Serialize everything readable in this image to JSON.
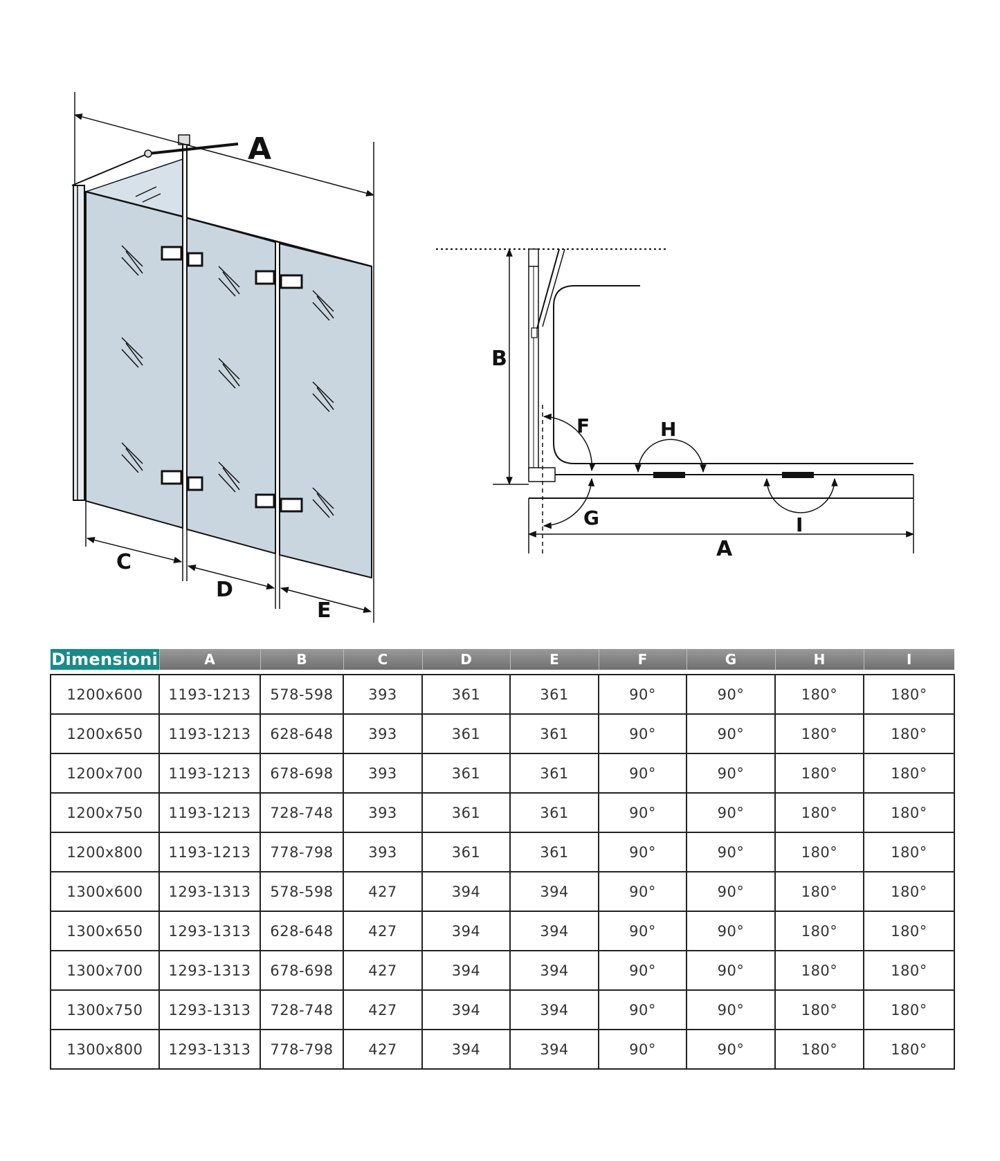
{
  "diagram": {
    "front_labels": {
      "a": "A",
      "c": "C",
      "d": "D",
      "e": "E"
    },
    "top_labels": {
      "b": "B",
      "f": "F",
      "g": "G",
      "h": "H",
      "i": "I",
      "a": "A"
    }
  },
  "colors": {
    "glass": "#c9d6e0",
    "header_teal": "#1a8a8a",
    "header_gray": "#808080",
    "line": "#111111"
  },
  "table": {
    "headers": [
      "Dimensioni",
      "A",
      "B",
      "C",
      "D",
      "E",
      "F",
      "G",
      "H",
      "I"
    ],
    "rows": [
      [
        "1200x600",
        "1193-1213",
        "578-598",
        "393",
        "361",
        "361",
        "90°",
        "90°",
        "180°",
        "180°"
      ],
      [
        "1200x650",
        "1193-1213",
        "628-648",
        "393",
        "361",
        "361",
        "90°",
        "90°",
        "180°",
        "180°"
      ],
      [
        "1200x700",
        "1193-1213",
        "678-698",
        "393",
        "361",
        "361",
        "90°",
        "90°",
        "180°",
        "180°"
      ],
      [
        "1200x750",
        "1193-1213",
        "728-748",
        "393",
        "361",
        "361",
        "90°",
        "90°",
        "180°",
        "180°"
      ],
      [
        "1200x800",
        "1193-1213",
        "778-798",
        "393",
        "361",
        "361",
        "90°",
        "90°",
        "180°",
        "180°"
      ],
      [
        "1300x600",
        "1293-1313",
        "578-598",
        "427",
        "394",
        "394",
        "90°",
        "90°",
        "180°",
        "180°"
      ],
      [
        "1300x650",
        "1293-1313",
        "628-648",
        "427",
        "394",
        "394",
        "90°",
        "90°",
        "180°",
        "180°"
      ],
      [
        "1300x700",
        "1293-1313",
        "678-698",
        "427",
        "394",
        "394",
        "90°",
        "90°",
        "180°",
        "180°"
      ],
      [
        "1300x750",
        "1293-1313",
        "728-748",
        "427",
        "394",
        "394",
        "90°",
        "90°",
        "180°",
        "180°"
      ],
      [
        "1300x800",
        "1293-1313",
        "778-798",
        "427",
        "394",
        "394",
        "90°",
        "90°",
        "180°",
        "180°"
      ]
    ]
  }
}
